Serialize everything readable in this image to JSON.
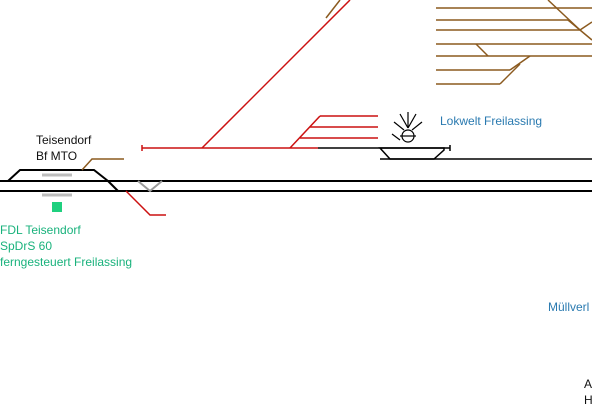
{
  "station": {
    "name": "Teisendorf",
    "operator_line": "Bf MTO"
  },
  "interlocking": {
    "line1": "FDL Teisendorf",
    "line2": "SpDrS 60",
    "line3": "ferngesteuert Freilassing"
  },
  "lokwelt": {
    "label": "Lokwelt Freilassing"
  },
  "mullverl": {
    "label": "Müllverl"
  },
  "corner": {
    "line1": "A",
    "line2": "H"
  },
  "colors": {
    "main_track": "#000000",
    "siding_red": "#cc1111",
    "siding_brown": "#8b5a1f",
    "interlocking_text": "#19b27c",
    "label_blue": "#2a7ab0",
    "signal_green": "#1fd07f",
    "platform_grey": "#bdbdbd"
  },
  "icons": {
    "turntable": "turntable-icon",
    "signal": "signal-icon"
  }
}
